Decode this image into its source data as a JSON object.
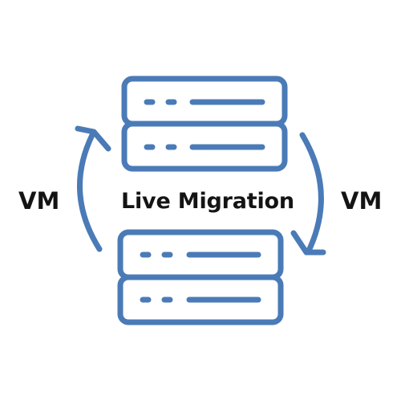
{
  "diagram": {
    "title": "Live Migration",
    "left_label": "VM",
    "right_label": "VM"
  },
  "colors": {
    "stroke": "#4a7bb7",
    "text": "#141414",
    "background": "#ffffff"
  },
  "icons": {
    "top_server": "server-stack-icon",
    "bottom_server": "server-stack-icon",
    "left_arrow": "curved-arrow-up-icon",
    "right_arrow": "curved-arrow-down-icon"
  }
}
